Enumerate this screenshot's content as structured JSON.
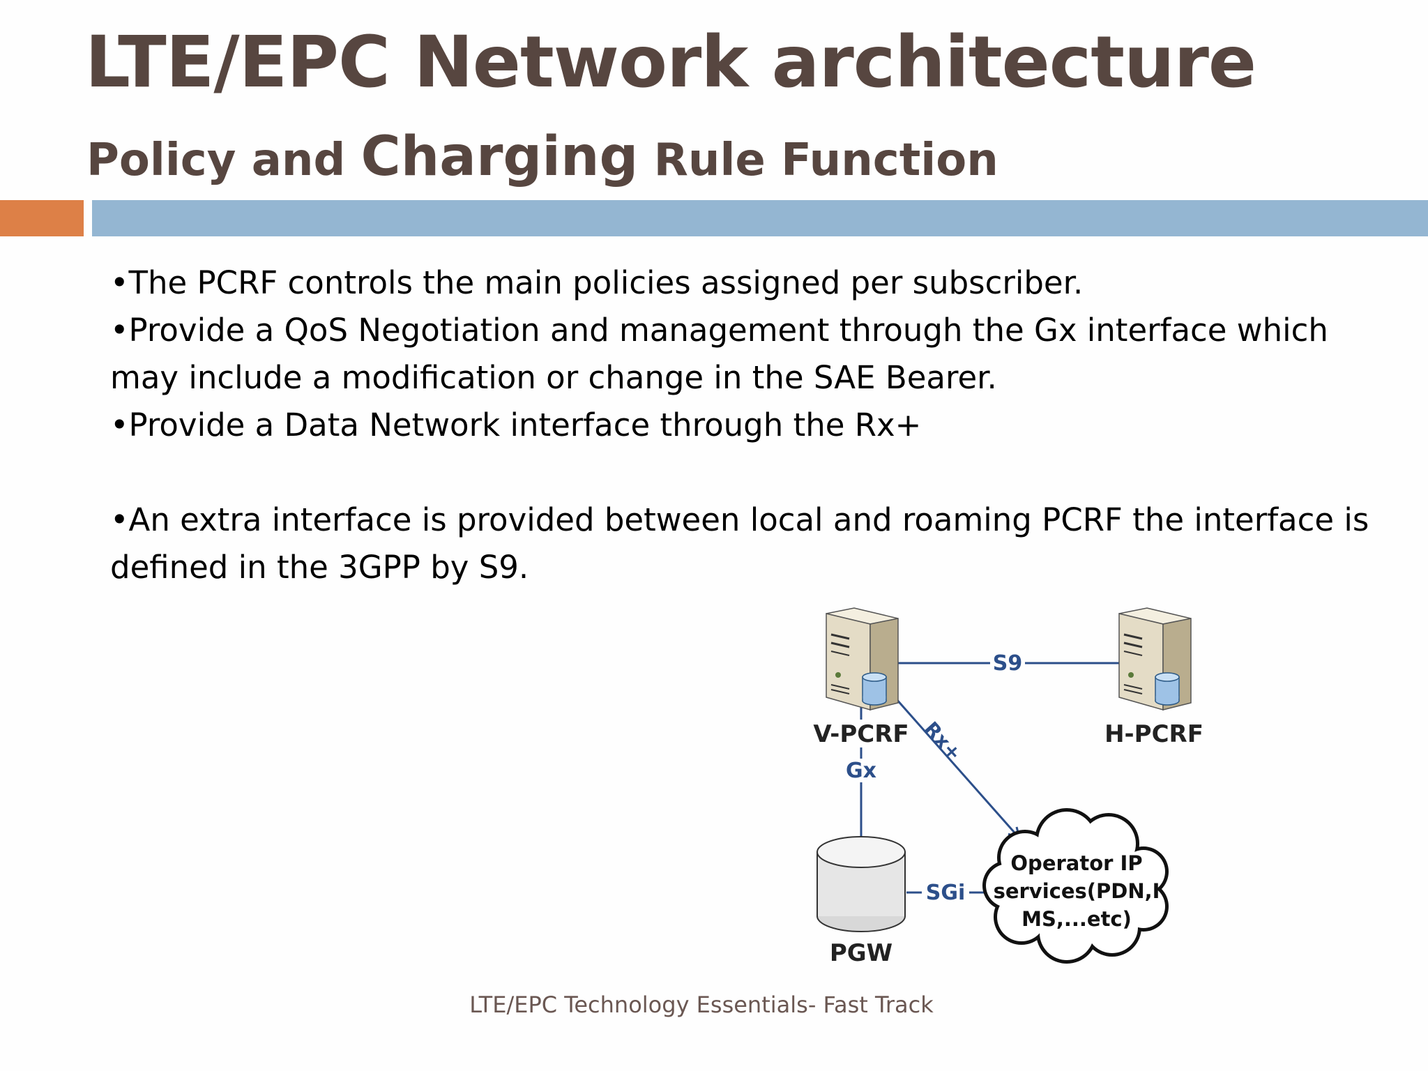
{
  "slide": {
    "title": "LTE/EPC Network architecture",
    "subtitle": {
      "part1": "Policy and ",
      "part2": "Charging",
      "part3": " Rule Function"
    },
    "bullets": [
      "•The PCRF controls the main policies assigned per subscriber.",
      "•Provide a QoS Negotiation and management through the Gx interface which may include a modification or change in the SAE Bearer.",
      "•Provide a Data Network interface through the Rx+",
      "•An extra interface is provided between local and roaming PCRF the interface is defined in the 3GPP by S9."
    ],
    "footer": "LTE/EPC Technology Essentials- Fast Track"
  },
  "diagram": {
    "nodes": {
      "vpcrf": "V-PCRF",
      "hpcrf": "H-PCRF",
      "pgw": "PGW",
      "cloud_line1": "Operator IP",
      "cloud_line2": "services(PDN,I",
      "cloud_line3": "MS,...etc)"
    },
    "links": {
      "s9": "S9",
      "gx": "Gx",
      "rx": "Rx+",
      "sgi": "SGi"
    },
    "colors": {
      "link": "#2c4f8a",
      "server": "#e4dcc6",
      "database": "#e8e8e8"
    }
  }
}
